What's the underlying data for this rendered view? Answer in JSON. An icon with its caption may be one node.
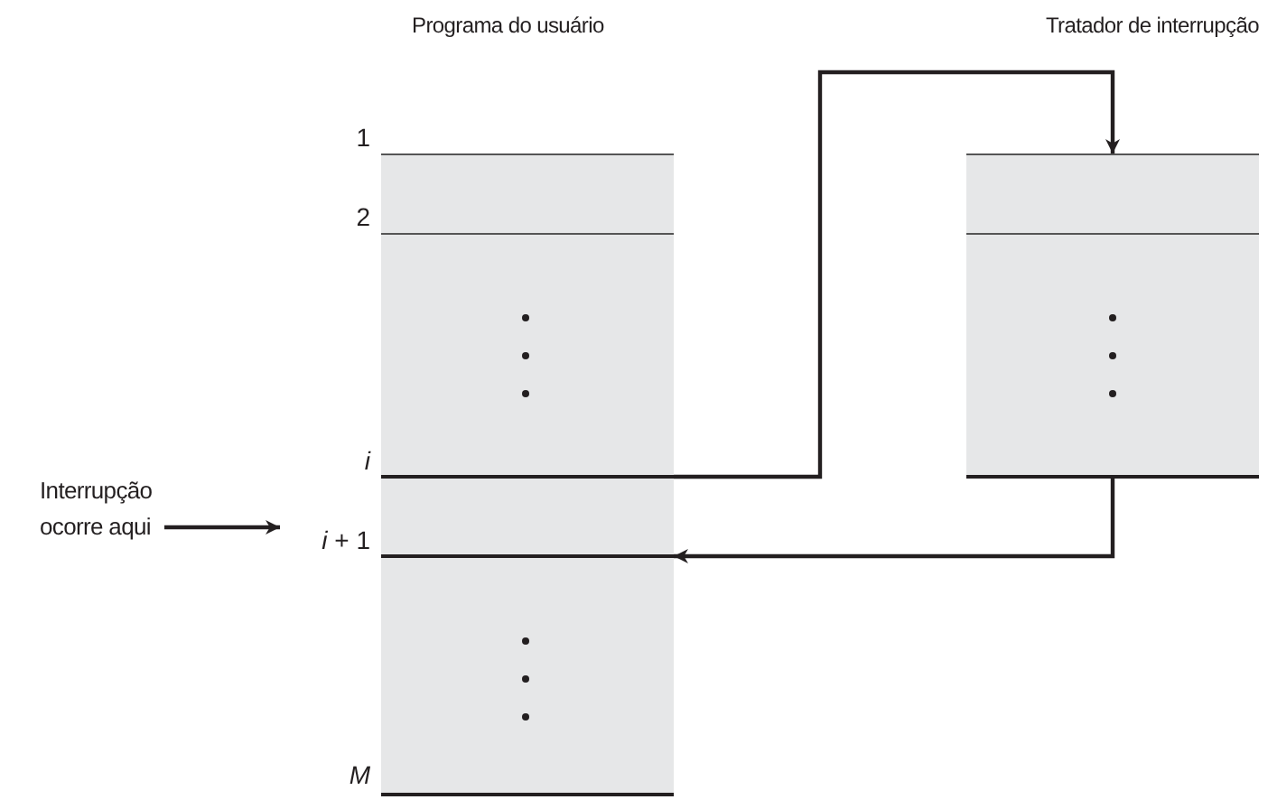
{
  "diagram": {
    "nodes": [
      {
        "text": [],
        "shape": "box",
        "beside": [
          "1",
          "2",
          "*i*",
          "*i* + 1",
          "*M*"
        ]
      },
      {
        "text": [],
        "shape": "box"
      },
      {
        "text": [
          "Interrupção ocorre aqui"
        ]
      }
    ],
    "edges": [
      {
        "from": 0,
        "to": 1,
        "arrow": "to"
      },
      {
        "from": 1,
        "to": 0,
        "arrow": "to"
      },
      {
        "from": 2,
        "to": 0,
        "arrow": "to"
      }
    ],
    "labels": [
      "Programa do usuário",
      "Tratador de interrupção"
    ]
  }
}
